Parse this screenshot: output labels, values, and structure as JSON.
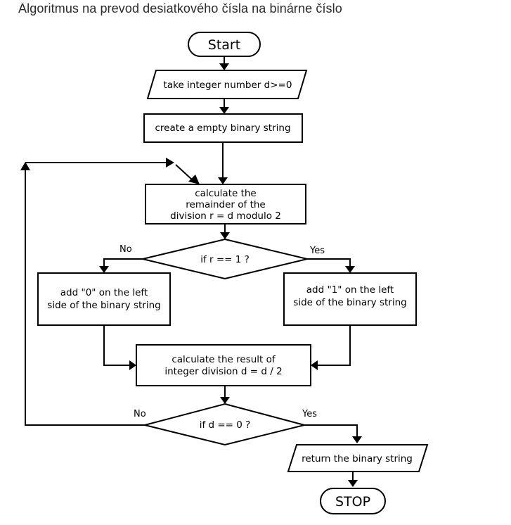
{
  "title": "Algoritmus na prevod desiatkového čísla na binárne číslo",
  "flowchart": {
    "start": "Start",
    "input": "take integer number d>=0",
    "init": "create a empty binary string",
    "remainder": [
      "calculate the",
      "remainder of the",
      "division r = d modulo 2"
    ],
    "decision1": "if r == 1 ?",
    "decision1_no": "No",
    "decision1_yes": "Yes",
    "add_zero": [
      "add \"0\" on the left",
      "side of the binary string"
    ],
    "add_one": [
      "add \"1\" on the left",
      "side of the binary string"
    ],
    "divide": [
      "calculate the result of",
      "integer division d = d / 2"
    ],
    "decision2": "if d == 0 ?",
    "decision2_no": "No",
    "decision2_yes": "Yes",
    "output": "return the binary string",
    "stop": "STOP"
  }
}
